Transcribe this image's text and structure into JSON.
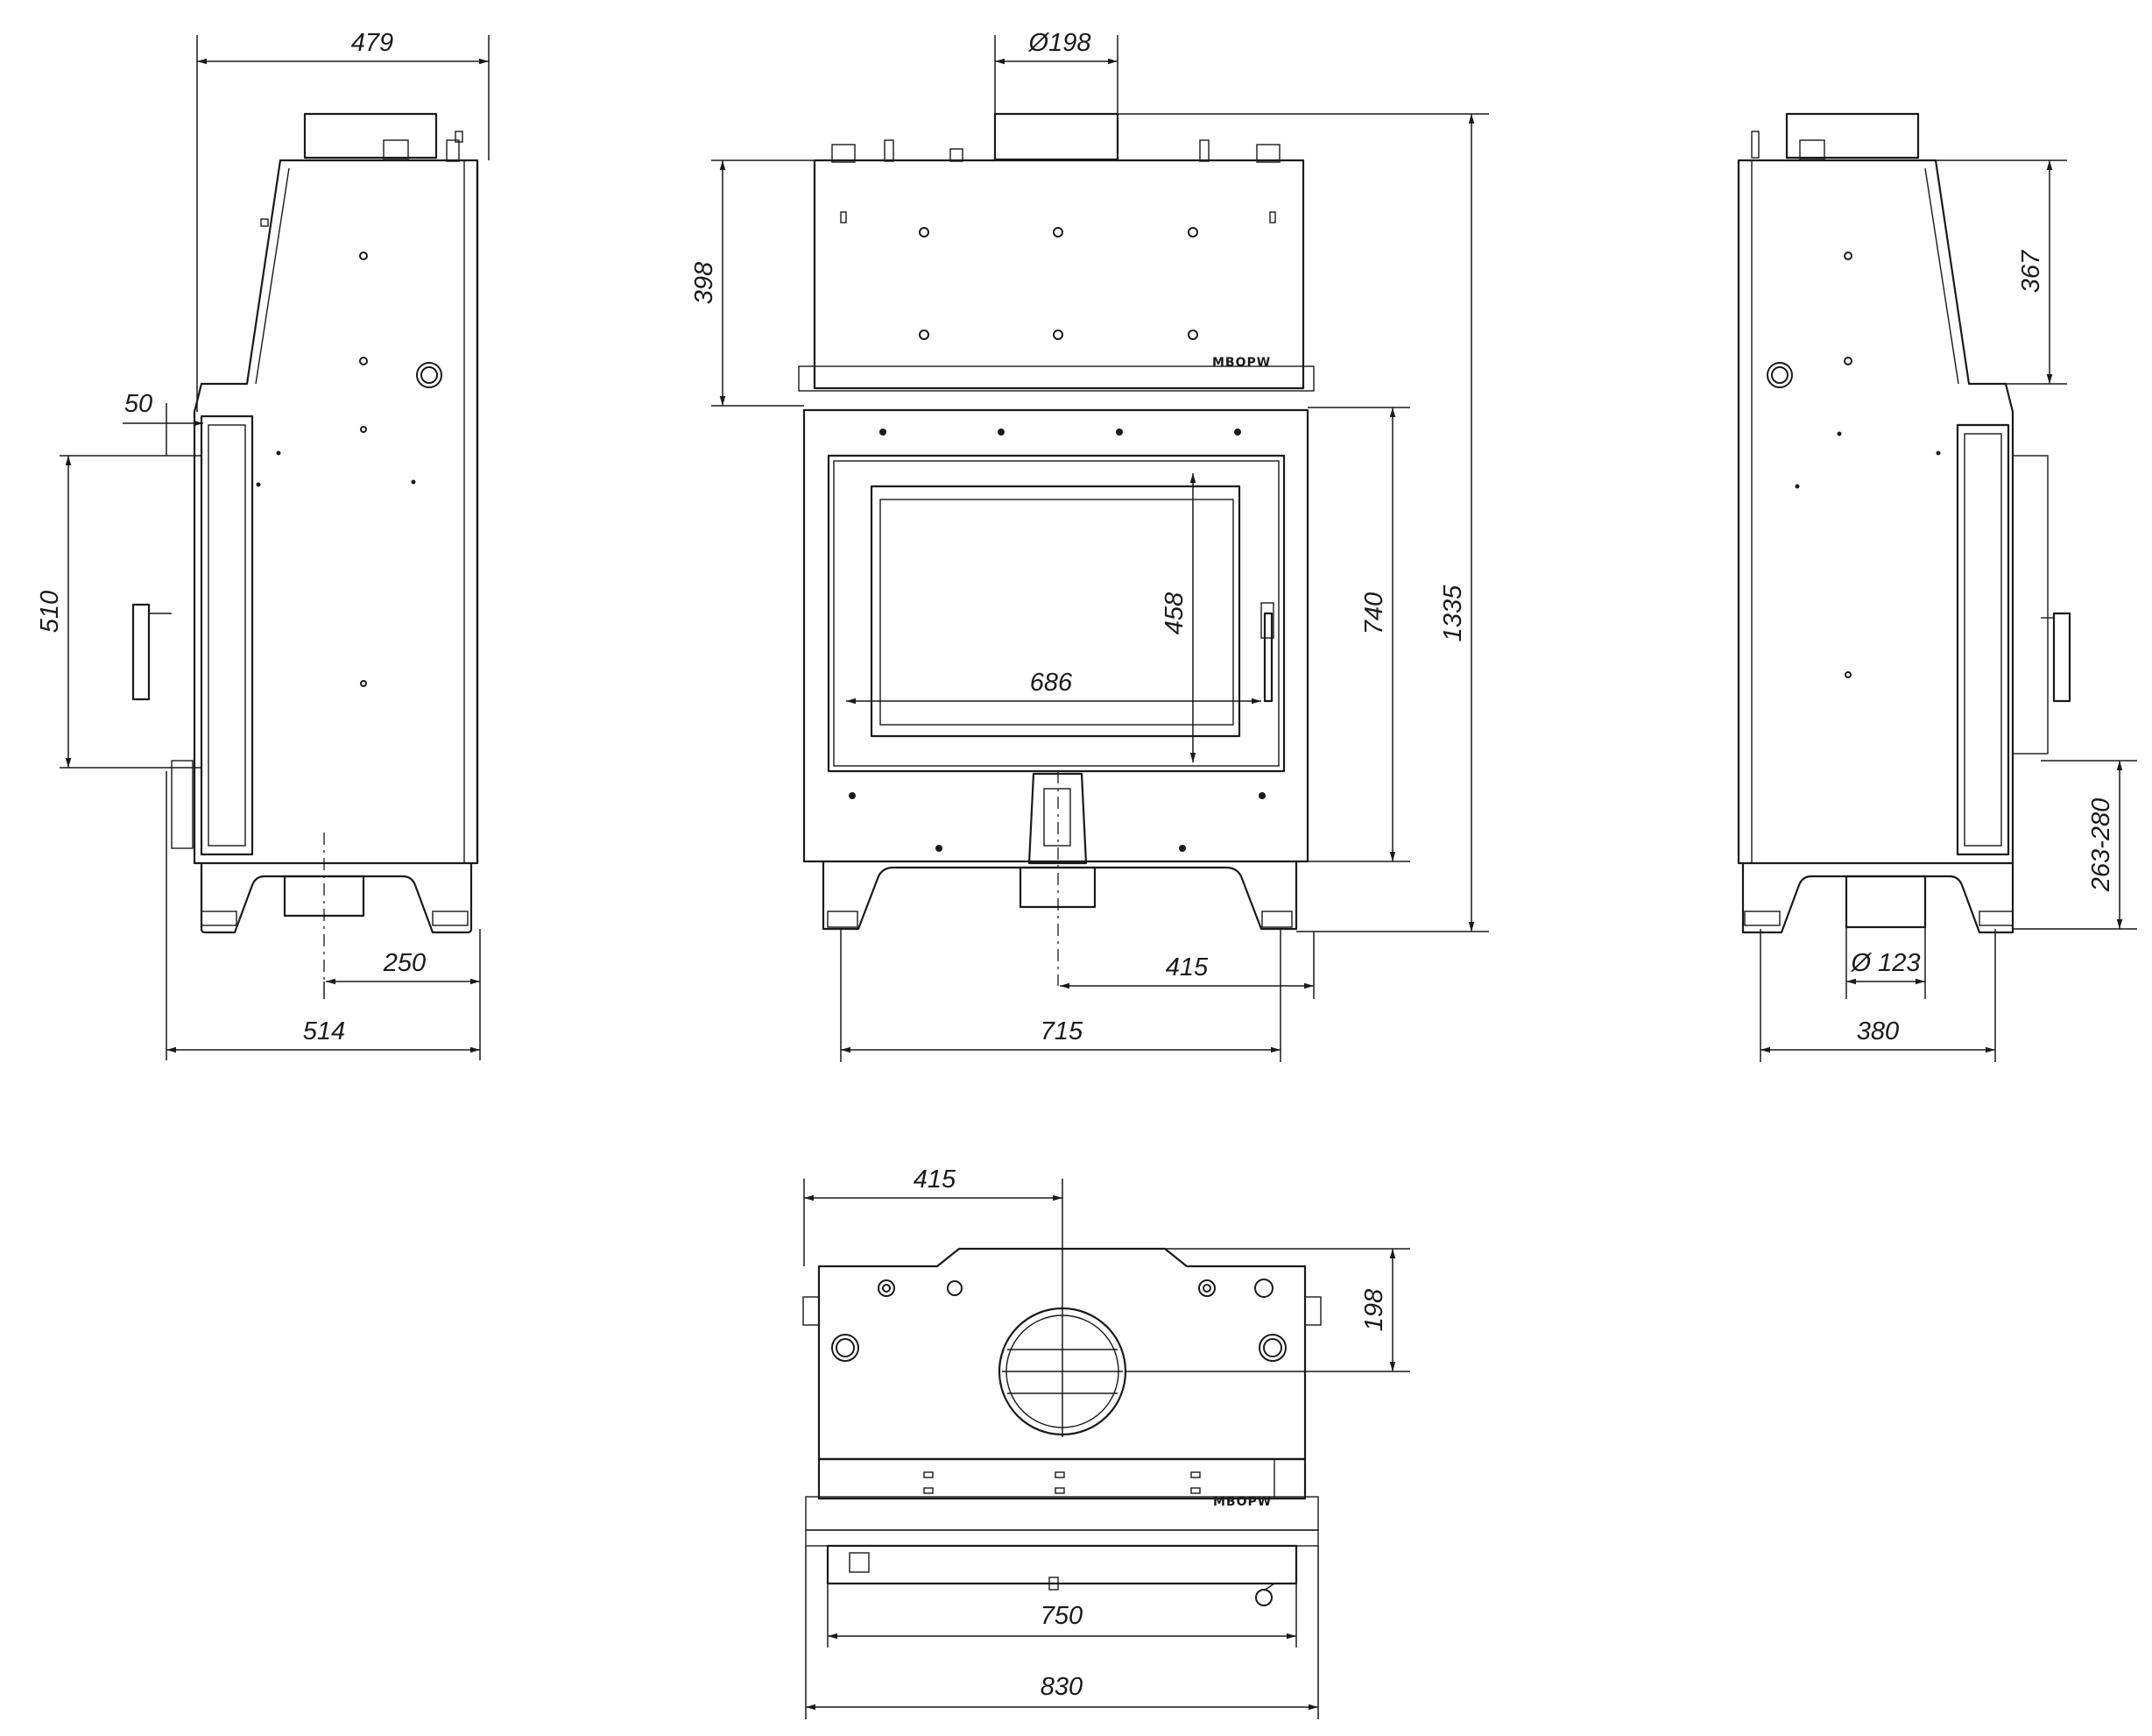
{
  "dimensions": {
    "side_left": {
      "width_top": "479",
      "offset": "50",
      "door_height": "510",
      "outlet_offset": "250",
      "depth": "514"
    },
    "front": {
      "outlet_diameter": "Ø198",
      "top_height": "398",
      "glass_height": "458",
      "glass_width": "686",
      "body_height": "740",
      "total_height": "1335",
      "air_inlet_offset": "415",
      "feet_span": "715"
    },
    "side_right": {
      "hood_height": "367",
      "air_inlet_height": "263-280",
      "air_inlet_diameter": "Ø 123",
      "feet_depth": "380"
    },
    "top": {
      "outlet_offset": "415",
      "outlet_depth": "198",
      "base_width": "750",
      "total_width": "830"
    }
  },
  "labels": {
    "brand_front": "MBOPW",
    "brand_top": "MBOPW"
  },
  "colors": {
    "line": "#1a1a1a",
    "background": "#ffffff"
  }
}
